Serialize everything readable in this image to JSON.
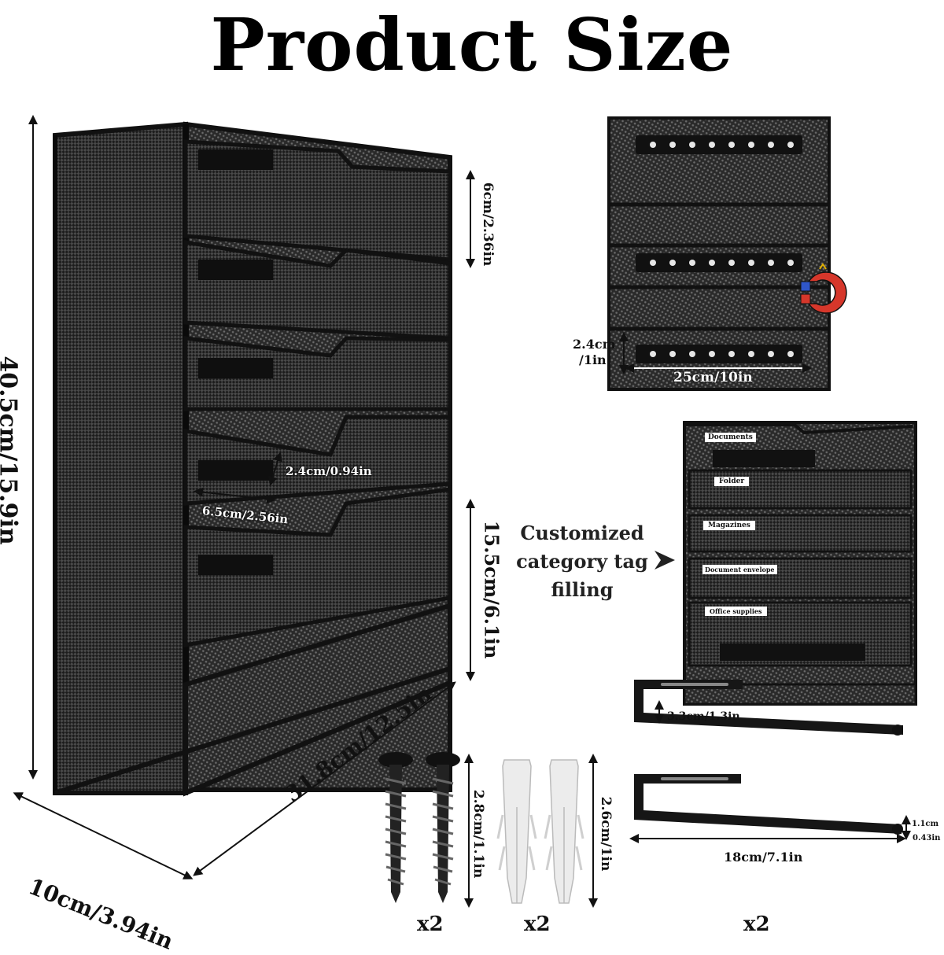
{
  "title": "Product Size",
  "main_rack": {
    "height": "40.5cm/15.9in",
    "depth": "10cm/3.94in",
    "width": "31.8cm/12.5in",
    "slot_gap": "6cm/2.36in",
    "lower_section": "15.5cm/6.1in",
    "tag_slot_height": "2.4cm/0.94in",
    "tag_slot_width": "6.5cm/2.56in"
  },
  "back_view": {
    "strip_height_cm": "2.4cm",
    "strip_height_in": "/1in",
    "strip_width": "25cm/10in"
  },
  "tag_view": {
    "caption": "Customized category tag filling",
    "tags": [
      "Documents",
      "Folder",
      "Magazines",
      "Document envelope",
      "Office supplies"
    ]
  },
  "accessories": {
    "screw_length": "2.8cm/1.1in",
    "screw_qty": "x2",
    "anchor_length": "2.6cm/1in",
    "anchor_qty": "x2",
    "hook_drop": "3.3cm/1.3in",
    "hook_thickness_cm": "1.1cm",
    "hook_thickness_in": "0.43in",
    "hook_length": "18cm/7.1in",
    "hook_qty": "x2"
  },
  "colors": {
    "metal": "#1a1a1a",
    "mesh_bg": "#3a3a3a",
    "anchor": "#e9e9e9",
    "magnet_red": "#d6372b",
    "magnet_blue": "#2f56c8"
  }
}
